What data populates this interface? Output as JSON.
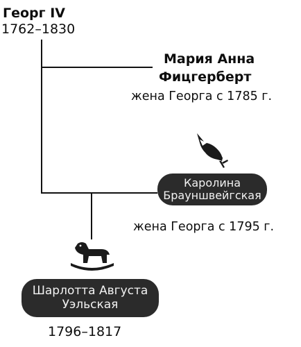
{
  "george": {
    "name": "Георг IV",
    "years": "1762–1830"
  },
  "maria": {
    "name_line1": "Мария Анна",
    "name_line2": "Фицгерберт",
    "note": "жена Георга с 1785 г."
  },
  "caroline": {
    "name_line1": "Каролина",
    "name_line2": "Брауншвейгская",
    "note": "жена Георга с 1795 г.",
    "icon": "bird-icon"
  },
  "charlotte": {
    "name_line1": "Шарлотта Августа",
    "name_line2": "Уэльская",
    "years": "1796–1817",
    "icon": "rocking-horse-icon"
  },
  "colors": {
    "line": "#111111",
    "pill": "#2b2b2b",
    "pill_text": "#f2f2f2"
  }
}
